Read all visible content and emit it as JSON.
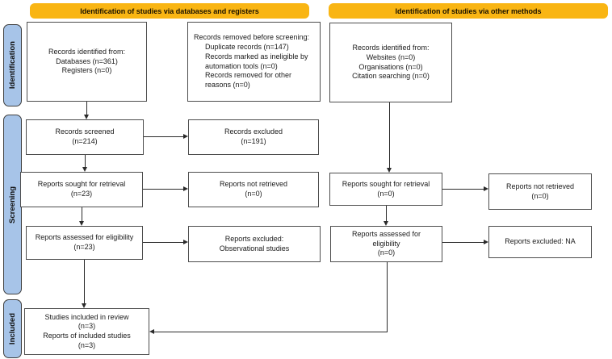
{
  "headers": {
    "left": "Identification of studies via databases and registers",
    "right": "Identification of studies via other methods"
  },
  "sidebar": {
    "identification": "Identification",
    "screening": "Screening",
    "included": "Included"
  },
  "colors": {
    "header_bg": "#F9B513",
    "sidebar_bg": "#A7C4E8",
    "box_border": "#4D4D4D",
    "arrow": "#2B2B2B"
  },
  "boxes": {
    "records_identified_db": {
      "lines": [
        "Records identified from:",
        "Databases (n=361)",
        "Registers (n=0)"
      ]
    },
    "records_removed": {
      "title": "Records removed before screening:",
      "items": [
        "Duplicate records (n=147)",
        "Records marked as ineligible by automation tools (n=0)",
        "Records removed for other reasons (n=0)"
      ]
    },
    "records_identified_other": {
      "lines": [
        "Records identified from:",
        "Websites (n=0)",
        "Organisations (n=0)",
        "Citation searching (n=0)"
      ]
    },
    "records_screened": {
      "lines": [
        "Records screened",
        "(n=214)"
      ]
    },
    "records_excluded": {
      "lines": [
        "Records excluded",
        "(n=191)"
      ]
    },
    "reports_sought_db": {
      "lines": [
        "Reports sought for retrieval",
        "(n=23)"
      ]
    },
    "reports_not_retrieved_db": {
      "lines": [
        "Reports not retrieved",
        "(n=0)"
      ]
    },
    "reports_sought_other": {
      "lines": [
        "Reports sought for retrieval",
        "(n=0)"
      ]
    },
    "reports_not_retrieved_other": {
      "lines": [
        "Reports not retrieved",
        "(n=0)"
      ]
    },
    "reports_assessed_db": {
      "lines": [
        "Reports assessed for eligibility",
        "(n=23)"
      ]
    },
    "reports_excluded_db": {
      "lines": [
        "Reports excluded:",
        "Observational studies"
      ]
    },
    "reports_assessed_other": {
      "lines": [
        "Reports assessed for",
        "eligibility",
        "(n=0)"
      ]
    },
    "reports_excluded_other": {
      "lines": [
        "Reports excluded: NA"
      ]
    },
    "studies_included": {
      "lines": [
        "Studies included in review",
        "(n=3)",
        "Reports of included studies",
        "(n=3)"
      ]
    }
  }
}
